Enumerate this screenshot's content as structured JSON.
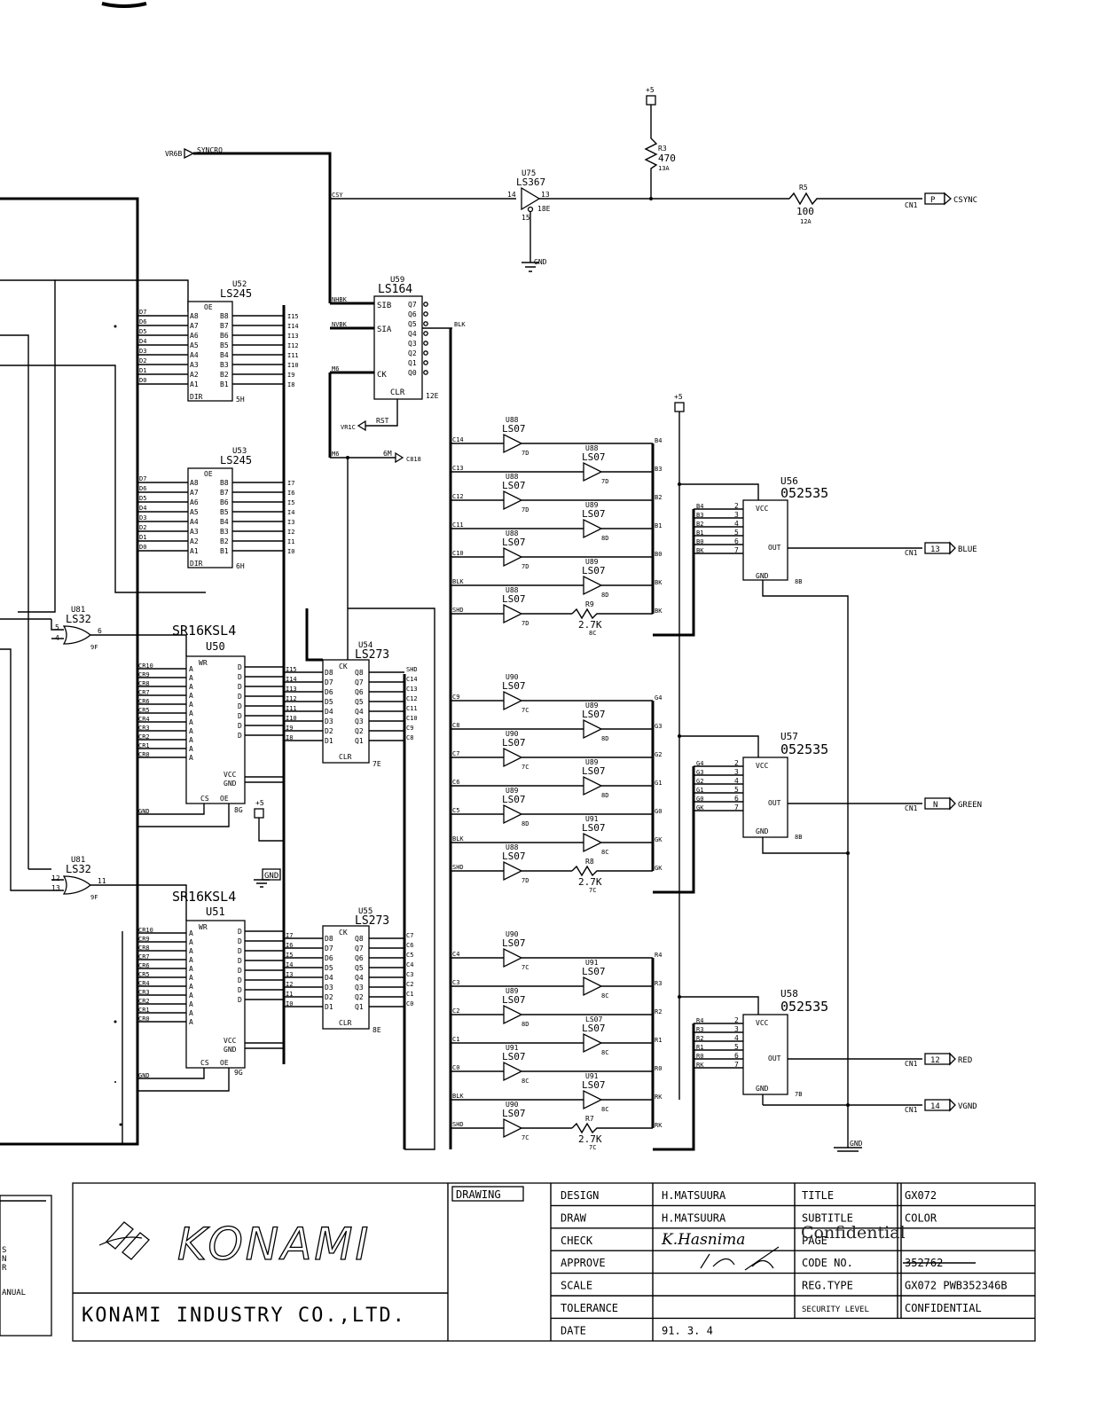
{
  "title_block": {
    "company": "KONAMI INDUSTRY CO.,LTD.",
    "logo_text": "KONAMI",
    "drawing_label": "DRAWING",
    "rows": [
      {
        "left_label": "DESIGN",
        "left_value": "H.MATSUURA",
        "right_label": "TITLE",
        "right_value": "GX072"
      },
      {
        "left_label": "DRAW",
        "left_value": "H.MATSUURA",
        "right_label": "SUBTITLE",
        "right_value": "COLOR"
      },
      {
        "left_label": "CHECK",
        "left_value": "K.Hasnima",
        "right_label": "PAGE",
        "right_value": ""
      },
      {
        "left_label": "APPROVE",
        "left_value": "",
        "right_label": "CODE NO.",
        "right_value": "352762"
      },
      {
        "left_label": "SCALE",
        "left_value": "",
        "right_label": "REG.TYPE",
        "right_value": "GX072 PWB352346B"
      },
      {
        "left_label": "TOLERANCE",
        "left_value": "",
        "right_label": "SECURITY LEVEL",
        "right_value": "CONFIDENTIAL"
      },
      {
        "left_label": "DATE",
        "left_value": "91. 3. 4",
        "right_label": "",
        "right_value": ""
      }
    ],
    "stamp": "Confidential"
  },
  "signals": {
    "vr6b": "VR6B",
    "syncro": "SYNCRO",
    "csync_in": "CSY",
    "csync_out": "CSYNC",
    "vr1c": "VR1C",
    "rst": "RST",
    "m6": "M6",
    "m6b": "6M",
    "c818": "C818",
    "hbk": "NHBK",
    "vbk": "NVBK",
    "blk": "BLK",
    "gnd": "GND",
    "vcc": "+5",
    "cn": "CN1"
  },
  "outputs": [
    {
      "pin": "13",
      "name": "BLUE"
    },
    {
      "pin": "N",
      "name": "GREEN"
    },
    {
      "pin": "12",
      "name": "RED"
    },
    {
      "pin": "14",
      "name": "VGND"
    },
    {
      "pin": "P",
      "name": "CSYNC"
    }
  ],
  "chips": {
    "u75": {
      "ref": "U75",
      "part": "LS367",
      "loc": "18E"
    },
    "u52": {
      "ref": "U52",
      "part": "LS245",
      "loc": "5H"
    },
    "u53": {
      "ref": "U53",
      "part": "LS245",
      "loc": "6H"
    },
    "u59": {
      "ref": "U59",
      "part": "LS164",
      "loc": "12E"
    },
    "u81a": {
      "ref": "U81",
      "part": "LS32",
      "loc": "9F"
    },
    "u81b": {
      "ref": "U81",
      "part": "LS32",
      "loc": "9F"
    },
    "u50": {
      "ref": "U50",
      "part": "SR16KSL4",
      "loc": "8G"
    },
    "u51": {
      "ref": "U51",
      "part": "SR16KSL4",
      "loc": "9G"
    },
    "u54": {
      "ref": "U54",
      "part": "LS273",
      "loc": "7E"
    },
    "u55": {
      "ref": "U55",
      "part": "LS273",
      "loc": "8E"
    },
    "u56": {
      "ref": "U56",
      "part": "052535",
      "loc": "8B"
    },
    "u57": {
      "ref": "U57",
      "part": "052535",
      "loc": "8B"
    },
    "u58": {
      "ref": "U58",
      "part": "052535",
      "loc": "7B"
    }
  },
  "resistors": {
    "r3": {
      "ref": "R3",
      "value": "470",
      "loc": "13A"
    },
    "r5": {
      "ref": "R5",
      "value": "100",
      "loc": "12A"
    },
    "r9": {
      "ref": "R9",
      "value": "2.7K",
      "loc": "8C"
    },
    "r8": {
      "ref": "R8",
      "value": "2.7K",
      "loc": "7C"
    },
    "r7": {
      "ref": "R7",
      "value": "2.7K",
      "loc": "7C"
    }
  },
  "pin_labels": {
    "ls245_a": [
      "A8",
      "A7",
      "A6",
      "A5",
      "A4",
      "A3",
      "A2",
      "A1"
    ],
    "ls245_b": [
      "B8",
      "B7",
      "B6",
      "B5",
      "B4",
      "B3",
      "B2",
      "B1"
    ],
    "u52_in": [
      "D7",
      "D6",
      "D5",
      "D4",
      "D3",
      "D2",
      "D1",
      "D0"
    ],
    "u52_out": [
      "I15",
      "I14",
      "I13",
      "I12",
      "I11",
      "I10",
      "I9",
      "I8"
    ],
    "u53_in": [
      "D7",
      "D6",
      "D5",
      "D4",
      "D3",
      "D2",
      "D1",
      "D0"
    ],
    "u53_out": [
      "I7",
      "I6",
      "I5",
      "I4",
      "I3",
      "I2",
      "I1",
      "I0"
    ],
    "ram_addr": [
      "CR10",
      "CR9",
      "CR8",
      "CR7",
      "CR6",
      "CR5",
      "CR4",
      "CR3",
      "CR2",
      "CR1",
      "CR0"
    ],
    "u54_in": [
      "I15",
      "I14",
      "I13",
      "I12",
      "I11",
      "I10",
      "I9",
      "I8"
    ],
    "u54_out": [
      "SHD",
      "C14",
      "C13",
      "C12",
      "C11",
      "C10",
      "C9",
      "C8"
    ],
    "u55_in": [
      "I7",
      "I6",
      "I5",
      "I4",
      "I3",
      "I2",
      "I1",
      "I0"
    ],
    "u55_out": [
      "C7",
      "C6",
      "C5",
      "C4",
      "C3",
      "C2",
      "C1",
      "C0"
    ],
    "ls273_d": [
      "D8",
      "D7",
      "D6",
      "D5",
      "D4",
      "D3",
      "D2",
      "D1"
    ],
    "ls273_q": [
      "Q8",
      "Q7",
      "Q6",
      "Q5",
      "Q4",
      "Q3",
      "Q2",
      "Q1"
    ],
    "ls164_q": [
      "Q7",
      "Q6",
      "Q5",
      "Q4",
      "Q3",
      "Q2",
      "Q1",
      "Q0"
    ],
    "blue_in": [
      "B4",
      "B3",
      "B2",
      "B1",
      "B0",
      "BK"
    ],
    "green_in": [
      "G4",
      "G3",
      "G2",
      "G1",
      "G0",
      "GK"
    ],
    "red_in": [
      "R4",
      "R3",
      "R2",
      "R1",
      "R0",
      "RK"
    ]
  },
  "buffers": {
    "blue": [
      {
        "ref": "U88",
        "part": "LS07",
        "sig": "C14",
        "loc": "7D",
        "out": "B4"
      },
      {
        "ref": "U88",
        "part": "LS07",
        "sig": "C13",
        "loc": "7D",
        "out": "B3"
      },
      {
        "ref": "U88",
        "part": "LS07",
        "sig": "C12",
        "loc": "7D",
        "out": "B2"
      },
      {
        "ref": "U89",
        "part": "LS07",
        "sig": "C11",
        "loc": "8D",
        "out": "B1"
      },
      {
        "ref": "U88",
        "part": "LS07",
        "sig": "C10",
        "loc": "7D",
        "out": "B0"
      },
      {
        "ref": "U89",
        "part": "LS07",
        "sig": "BLK",
        "loc": "8D",
        "out": "BK"
      },
      {
        "ref": "U88",
        "part": "LS07",
        "sig": "SHD",
        "loc": "7D",
        "out": "BK"
      }
    ],
    "green": [
      {
        "ref": "U90",
        "part": "LS07",
        "sig": "C9",
        "loc": "7C",
        "out": "G4"
      },
      {
        "ref": "U89",
        "part": "LS07",
        "sig": "C8",
        "loc": "8D",
        "out": "G3"
      },
      {
        "ref": "U90",
        "part": "LS07",
        "sig": "C7",
        "loc": "7C",
        "out": "G2"
      },
      {
        "ref": "U89",
        "part": "LS07",
        "sig": "C6",
        "loc": "8D",
        "out": "G1"
      },
      {
        "ref": "U89",
        "part": "LS07",
        "sig": "C5",
        "loc": "8D",
        "out": "G0"
      },
      {
        "ref": "U91",
        "part": "LS07",
        "sig": "BLK",
        "loc": "8C",
        "out": "GK"
      },
      {
        "ref": "U88",
        "part": "LS07",
        "sig": "SHD",
        "loc": "7D",
        "out": "GK"
      }
    ],
    "red": [
      {
        "ref": "U90",
        "part": "LS07",
        "sig": "C4",
        "loc": "7C",
        "out": "R4"
      },
      {
        "ref": "U91",
        "part": "LS07",
        "sig": "C3",
        "loc": "8C",
        "out": "R3"
      },
      {
        "ref": "U89",
        "part": "LS07",
        "sig": "C2",
        "loc": "8D",
        "out": "R2"
      },
      {
        "ref": "LS07",
        "part": "LS07",
        "sig": "C1",
        "loc": "8C",
        "out": "R1"
      },
      {
        "ref": "U91",
        "part": "LS07",
        "sig": "C0",
        "loc": "8C",
        "out": "R0"
      },
      {
        "ref": "U91",
        "part": "LS07",
        "sig": "BLK",
        "loc": "8C",
        "out": "RK"
      },
      {
        "ref": "U90",
        "part": "LS07",
        "sig": "SHD",
        "loc": "7C",
        "out": "RK"
      }
    ]
  },
  "margin_notes": [
    "S",
    "N",
    "R",
    "ANUAL"
  ]
}
